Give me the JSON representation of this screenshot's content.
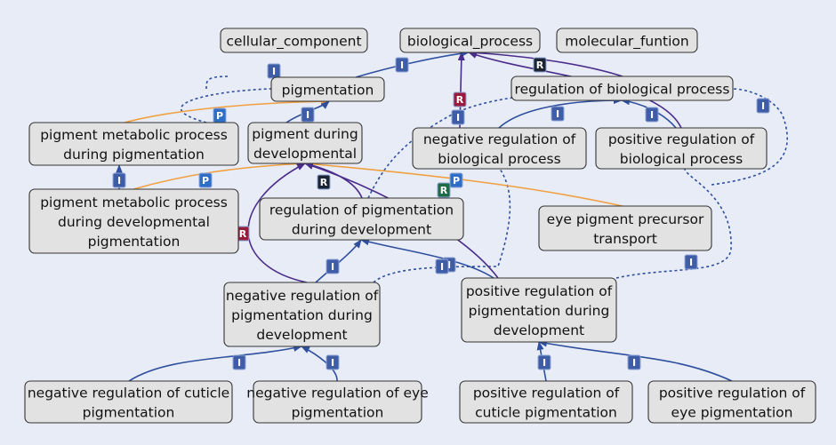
{
  "colors": {
    "background": "#e8ecf6",
    "node_fill": "#e2e2e2",
    "is_a_edge": "#2e4f9e",
    "regulates_edge": "#4a2d8a",
    "part_of_edge": "#f0a040",
    "badge_I": "#3f5da6",
    "badge_R_red": "#9a1c3c",
    "badge_R_green": "#1f6b45",
    "badge_R_dark": "#1c2333",
    "badge_P": "#2f6ec8"
  },
  "badge_letters": {
    "is_a": "I",
    "regulates": "R",
    "part_of": "P"
  },
  "nodes": [
    {
      "id": "cc",
      "lines": [
        "cellular_component"
      ]
    },
    {
      "id": "bp",
      "lines": [
        "biological_process"
      ]
    },
    {
      "id": "mf",
      "lines": [
        "molecular_funtion"
      ]
    },
    {
      "id": "pig",
      "lines": [
        "pigmentation"
      ]
    },
    {
      "id": "rbp",
      "lines": [
        "regulation of biological process"
      ]
    },
    {
      "id": "pmp",
      "lines": [
        "pigment metabolic process",
        "during pigmentation"
      ]
    },
    {
      "id": "pdd",
      "lines": [
        "pigment during",
        "developmental"
      ]
    },
    {
      "id": "nrbp",
      "lines": [
        "negative regulation of",
        "biological process"
      ]
    },
    {
      "id": "prbp",
      "lines": [
        "positive regulation of",
        "biological process"
      ]
    },
    {
      "id": "pmdp",
      "lines": [
        "pigment metabolic process",
        "during developmental",
        "pigmentation"
      ]
    },
    {
      "id": "rpd",
      "lines": [
        "regulation of pigmentation",
        "during development"
      ]
    },
    {
      "id": "epp",
      "lines": [
        "eye pigment precursor",
        "transport"
      ]
    },
    {
      "id": "nrpd",
      "lines": [
        "negative regulation of",
        "pigmentation during",
        "development"
      ]
    },
    {
      "id": "prpd",
      "lines": [
        "positive regulation of",
        "pigmentation during",
        "development"
      ]
    },
    {
      "id": "nrcp",
      "lines": [
        "negative regulation of cuticle",
        "pigmentation"
      ]
    },
    {
      "id": "nrep",
      "lines": [
        "negative regulation of eye",
        "pigmentation"
      ]
    },
    {
      "id": "prcp",
      "lines": [
        "positive regulation of",
        "cuticle pigmentation"
      ]
    },
    {
      "id": "prep",
      "lines": [
        "positive regulation of",
        "eye pigmentation"
      ]
    }
  ],
  "edges": [
    {
      "from": "pig",
      "to": "bp",
      "type": "is_a"
    },
    {
      "from": "pmp",
      "to": "pig",
      "type": "part_of"
    },
    {
      "from": "pdd",
      "to": "pig",
      "type": "is_a"
    },
    {
      "from": "pmdp",
      "to": "pmp",
      "type": "is_a"
    },
    {
      "from": "pmdp",
      "to": "pdd",
      "type": "part_of"
    },
    {
      "from": "epp",
      "to": "pdd",
      "type": "part_of"
    },
    {
      "from": "rbp",
      "to": "bp",
      "type": "regulates"
    },
    {
      "from": "nrbp",
      "to": "bp",
      "type": "regulates"
    },
    {
      "from": "nrbp",
      "to": "rbp",
      "type": "is_a"
    },
    {
      "from": "prbp",
      "to": "rbp",
      "type": "is_a"
    },
    {
      "from": "prbp",
      "to": "bp",
      "type": "regulates"
    },
    {
      "from": "rpd",
      "to": "pdd",
      "type": "regulates"
    },
    {
      "from": "nrpd",
      "to": "pdd",
      "type": "regulates"
    },
    {
      "from": "prpd",
      "to": "pdd",
      "type": "regulates"
    },
    {
      "from": "nrpd",
      "to": "rpd",
      "type": "is_a"
    },
    {
      "from": "prpd",
      "to": "rpd",
      "type": "is_a"
    },
    {
      "from": "nrcp",
      "to": "nrpd",
      "type": "is_a"
    },
    {
      "from": "nrep",
      "to": "nrpd",
      "type": "is_a"
    },
    {
      "from": "prcp",
      "to": "prpd",
      "type": "is_a"
    },
    {
      "from": "prep",
      "to": "prpd",
      "type": "is_a"
    }
  ]
}
